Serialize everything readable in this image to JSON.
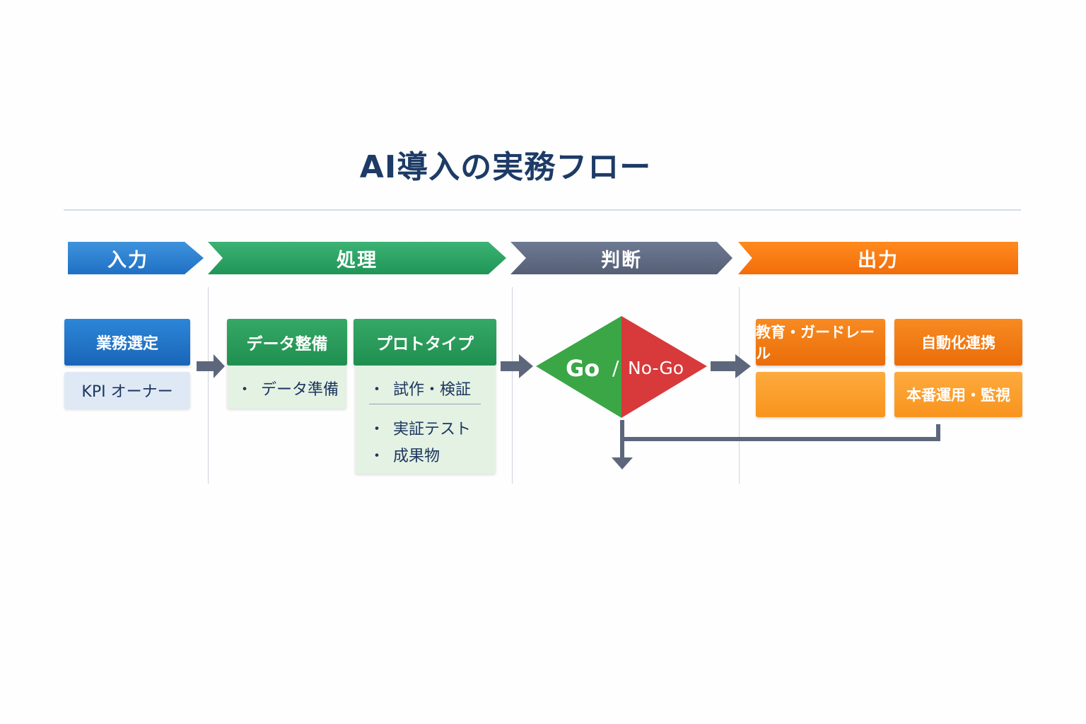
{
  "title": "AI導入の実務フロー",
  "phases": [
    {
      "label": "入力"
    },
    {
      "label": "処理"
    },
    {
      "label": "判断"
    },
    {
      "label": "出力"
    }
  ],
  "input": {
    "main": "業務選定",
    "sub": "KPI オーナー"
  },
  "process": {
    "data_header": "データ整備",
    "data_items": [
      "データ準備"
    ],
    "proto_header": "プロトタイプ",
    "proto_items": [
      "試作・検証",
      "実証テスト",
      "成果物"
    ],
    "bullet": "・"
  },
  "decision": {
    "go": "Go",
    "slash": "/",
    "nogo": "No-Go",
    "go_color": "#3aa646",
    "nogo_color": "#d8393a"
  },
  "output": {
    "box1": "教育・ガードレール",
    "box2": "自動化連携",
    "box3": "",
    "box4": "本番運用・監視"
  },
  "colors": {
    "input": "#2a7fd4",
    "process": "#2fa664",
    "judge": "#626d84",
    "output": "#f57a14",
    "title": "#1d3b66",
    "arrow": "#5d677c"
  }
}
